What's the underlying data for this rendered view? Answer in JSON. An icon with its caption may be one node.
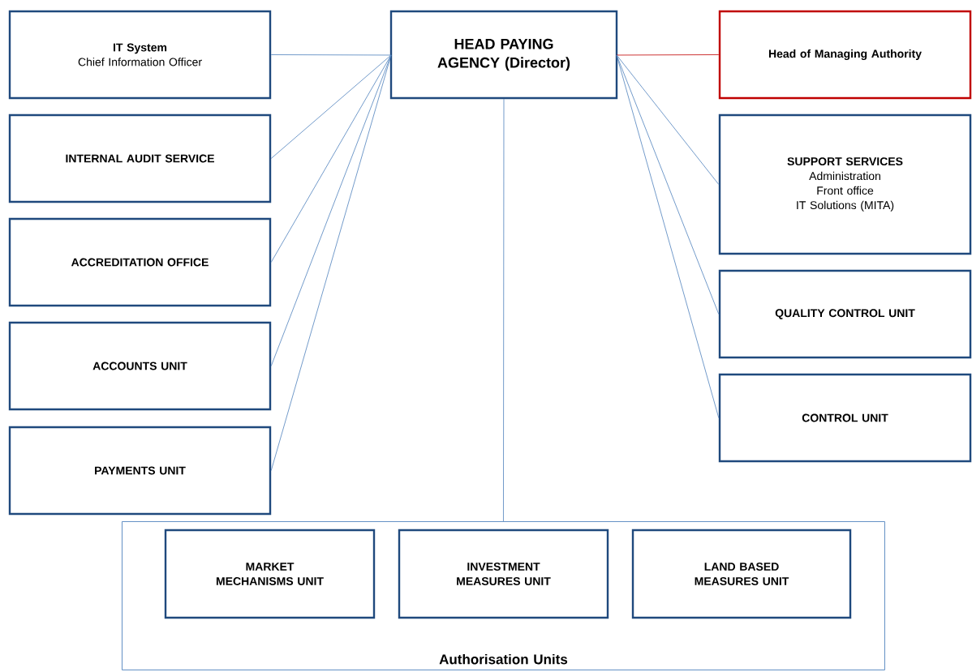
{
  "diagram": {
    "nodes": [
      {
        "text": [
          "HEAD PAYING AGENCY (Director)"
        ]
      },
      {
        "text": [
          "IT System",
          "Chief Information Officer"
        ]
      },
      {
        "text": [
          "INTERNAL AUDIT SERVICE"
        ]
      },
      {
        "text": [
          "ACCREDITATION OFFICE"
        ]
      },
      {
        "text": [
          "ACCOUNTS UNIT"
        ]
      },
      {
        "text": [
          "PAYMENTS UNIT"
        ]
      },
      {
        "text": [
          "Head of Managing Authority"
        ]
      },
      {
        "text": [
          "SUPPORT SERVICES",
          "Administration",
          "Front office",
          "IT Solutions (MITA)"
        ]
      },
      {
        "text": [
          "QUALITY CONTROL UNIT"
        ]
      },
      {
        "text": [
          "CONTROL UNIT"
        ]
      },
      {
        "text": [
          "Authorisation Units"
        ]
      },
      {
        "text": [
          "MARKET MECHANISMS UNIT"
        ],
        "in": 10
      },
      {
        "text": [
          "INVESTMENT MEASURES UNIT"
        ],
        "in": 10
      },
      {
        "text": [
          "LAND BASED MEASURES UNIT"
        ],
        "in": 10
      }
    ],
    "edges": [
      {
        "from": 0,
        "to": 1,
        "arrow": "none"
      },
      {
        "from": 0,
        "to": 2,
        "arrow": "none"
      },
      {
        "from": 0,
        "to": 3,
        "arrow": "none"
      },
      {
        "from": 0,
        "to": 4,
        "arrow": "none"
      },
      {
        "from": 0,
        "to": 5,
        "arrow": "none"
      },
      {
        "from": 0,
        "to": 6,
        "arrow": "none",
        "color": "#c00000"
      },
      {
        "from": 0,
        "to": 7,
        "arrow": "none"
      },
      {
        "from": 0,
        "to": 8,
        "arrow": "none"
      },
      {
        "from": 0,
        "to": 9,
        "arrow": "none"
      },
      {
        "from": 0,
        "to": 10,
        "arrow": "none"
      }
    ]
  }
}
